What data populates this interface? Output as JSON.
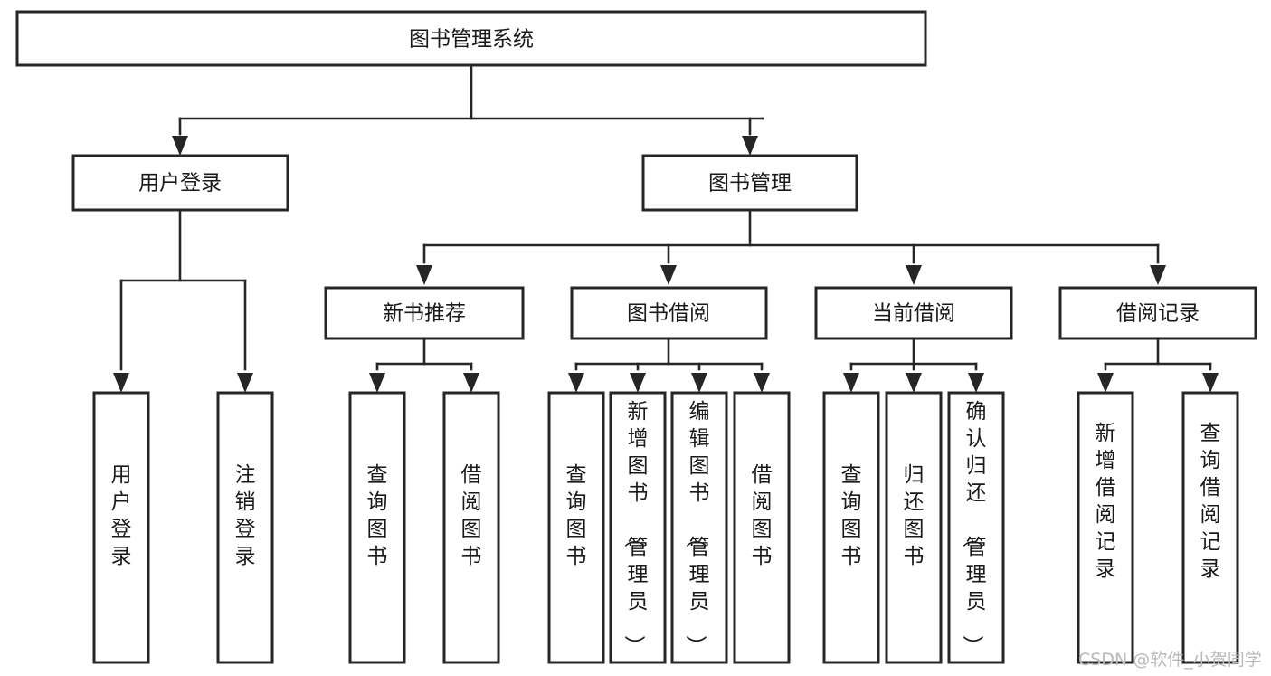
{
  "diagram": {
    "type": "tree",
    "title": "图书管理系统",
    "levels": {
      "root": {
        "label": "图书管理系统"
      },
      "level2": [
        {
          "label": "用户登录"
        },
        {
          "label": "图书管理"
        }
      ],
      "level3": [
        {
          "label": "新书推荐"
        },
        {
          "label": "图书借阅"
        },
        {
          "label": "当前借阅"
        },
        {
          "label": "借阅记录"
        }
      ],
      "leaves": [
        {
          "label": "用户登录",
          "parent": "用户登录"
        },
        {
          "label": "注销登录",
          "parent": "用户登录"
        },
        {
          "label": "查询图书",
          "parent": "新书推荐"
        },
        {
          "label": "借阅图书",
          "parent": "新书推荐"
        },
        {
          "label": "查询图书",
          "parent": "图书借阅"
        },
        {
          "label": "新增图书（管理员）",
          "parent": "图书借阅"
        },
        {
          "label": "编辑图书（管理员）",
          "parent": "图书借阅"
        },
        {
          "label": "借阅图书",
          "parent": "图书借阅"
        },
        {
          "label": "查询图书",
          "parent": "当前借阅"
        },
        {
          "label": "归还图书",
          "parent": "当前借阅"
        },
        {
          "label": "确认归还（管理员）",
          "parent": "当前借阅"
        },
        {
          "label": "新增借阅记录",
          "parent": "借阅记录"
        },
        {
          "label": "查询借阅记录",
          "parent": "借阅记录"
        }
      ]
    },
    "colors": {
      "stroke": "#262626",
      "fill": "#ffffff",
      "text": "#1a1a1a",
      "watermark": "#b9b9b9"
    }
  },
  "watermark": {
    "text": "CSDN @软件_小贺同学"
  }
}
